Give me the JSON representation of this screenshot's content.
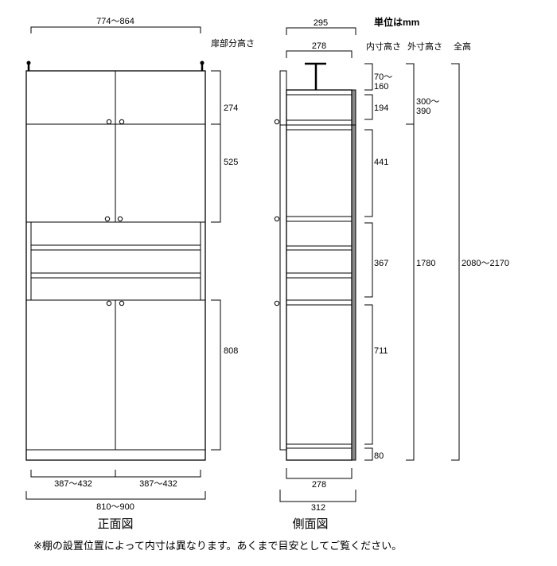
{
  "unit_label": "単位はmm",
  "headers": {
    "door_height": "扉部分高さ",
    "inner_height": "内寸高さ",
    "outer_height": "外寸高さ",
    "total_height": "全高"
  },
  "front": {
    "title": "正面図",
    "top_width": "774～864",
    "door_heights": [
      "274",
      "525",
      "808"
    ],
    "bottom_inner_widths": [
      "387～432",
      "387～432"
    ],
    "total_width": "810～900"
  },
  "side": {
    "title": "側面図",
    "top_depth_outer": "295",
    "top_depth_inner": "278",
    "inner_heights": [
      "70～",
      "160",
      "194",
      "441",
      "367",
      "711",
      "80"
    ],
    "outer_heights": [
      "300～",
      "390",
      "1780"
    ],
    "total_height": "2080～2170",
    "bottom_depth_inner": "278",
    "bottom_depth_outer": "312"
  },
  "note": "※棚の設置位置によって内寸は異なります。あくまで目安としてご覧ください。",
  "colors": {
    "back_panel": "#888888"
  }
}
